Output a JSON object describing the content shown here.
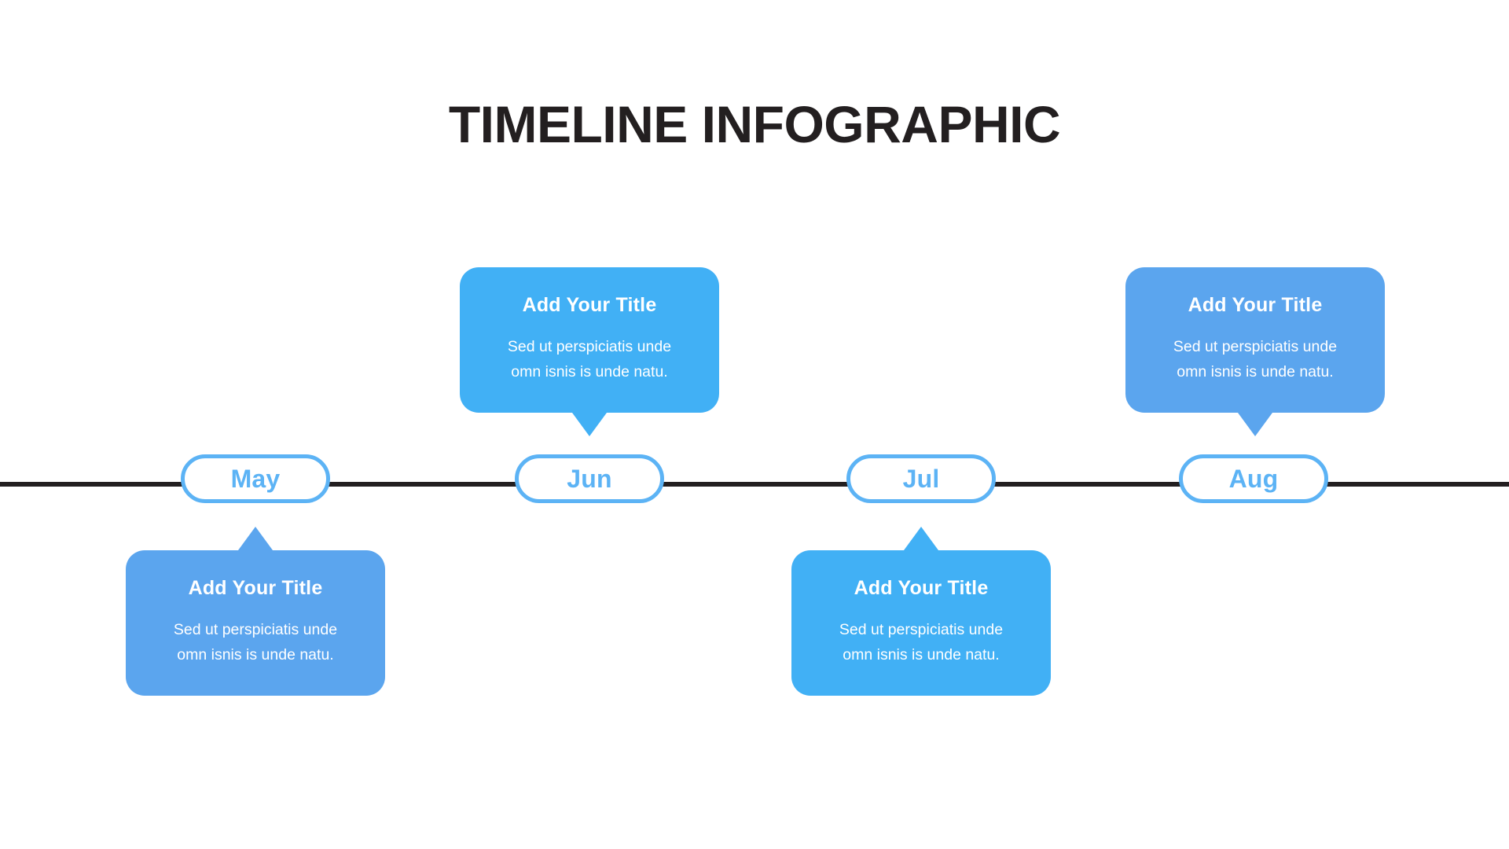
{
  "page": {
    "title": "TIMELINE INFOGRAPHIC",
    "background_color": "#ffffff",
    "title_color": "#231f20",
    "axis_color": "#231f20",
    "pill_color": "#5cb3f5"
  },
  "milestones": [
    {
      "month": "May",
      "position": "below",
      "card_color": "#5ba5ee",
      "card": {
        "title": "Add Your Title",
        "body_line_1": "Sed ut perspiciatis unde",
        "body_line_2": "omn isnis is unde natu."
      }
    },
    {
      "month": "Jun",
      "position": "above",
      "card_color": "#41b0f5",
      "card": {
        "title": "Add Your Title",
        "body_line_1": "Sed ut perspiciatis unde",
        "body_line_2": "omn isnis is unde natu."
      }
    },
    {
      "month": "Jul",
      "position": "below",
      "card_color": "#41b0f5",
      "card": {
        "title": "Add Your Title",
        "body_line_1": "Sed ut perspiciatis unde",
        "body_line_2": "omn isnis is unde natu."
      }
    },
    {
      "month": "Aug",
      "position": "above",
      "card_color": "#5ba5ee",
      "card": {
        "title": "Add Your Title",
        "body_line_1": "Sed ut perspiciatis unde",
        "body_line_2": "omn isnis is unde natu."
      }
    }
  ]
}
